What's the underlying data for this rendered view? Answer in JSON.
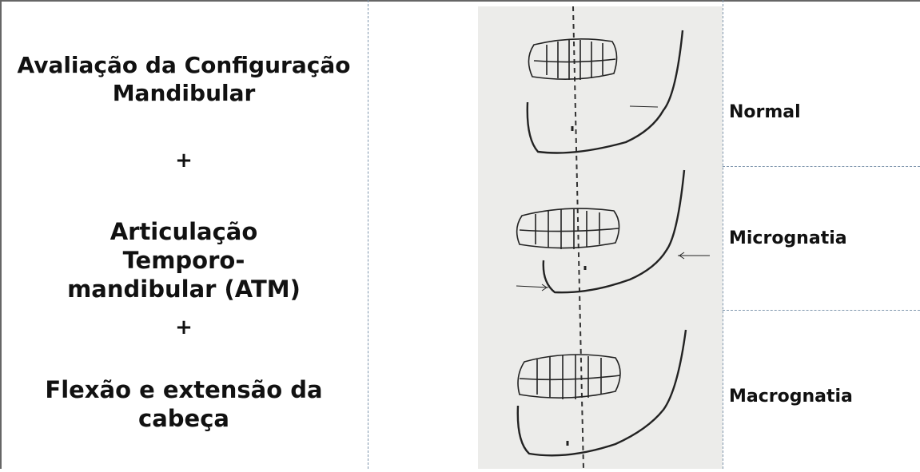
{
  "left": {
    "title": "Avaliação da Configuração Mandibular",
    "plus1": "+",
    "atm": "Articulação Temporo-mandibular (ATM)",
    "plus2": "+",
    "flexao": "Flexão e extensão da cabeça"
  },
  "labels": {
    "normal": "Normal",
    "micrognatia": "Micrognatia",
    "macrognatia": "Macrognatia"
  }
}
